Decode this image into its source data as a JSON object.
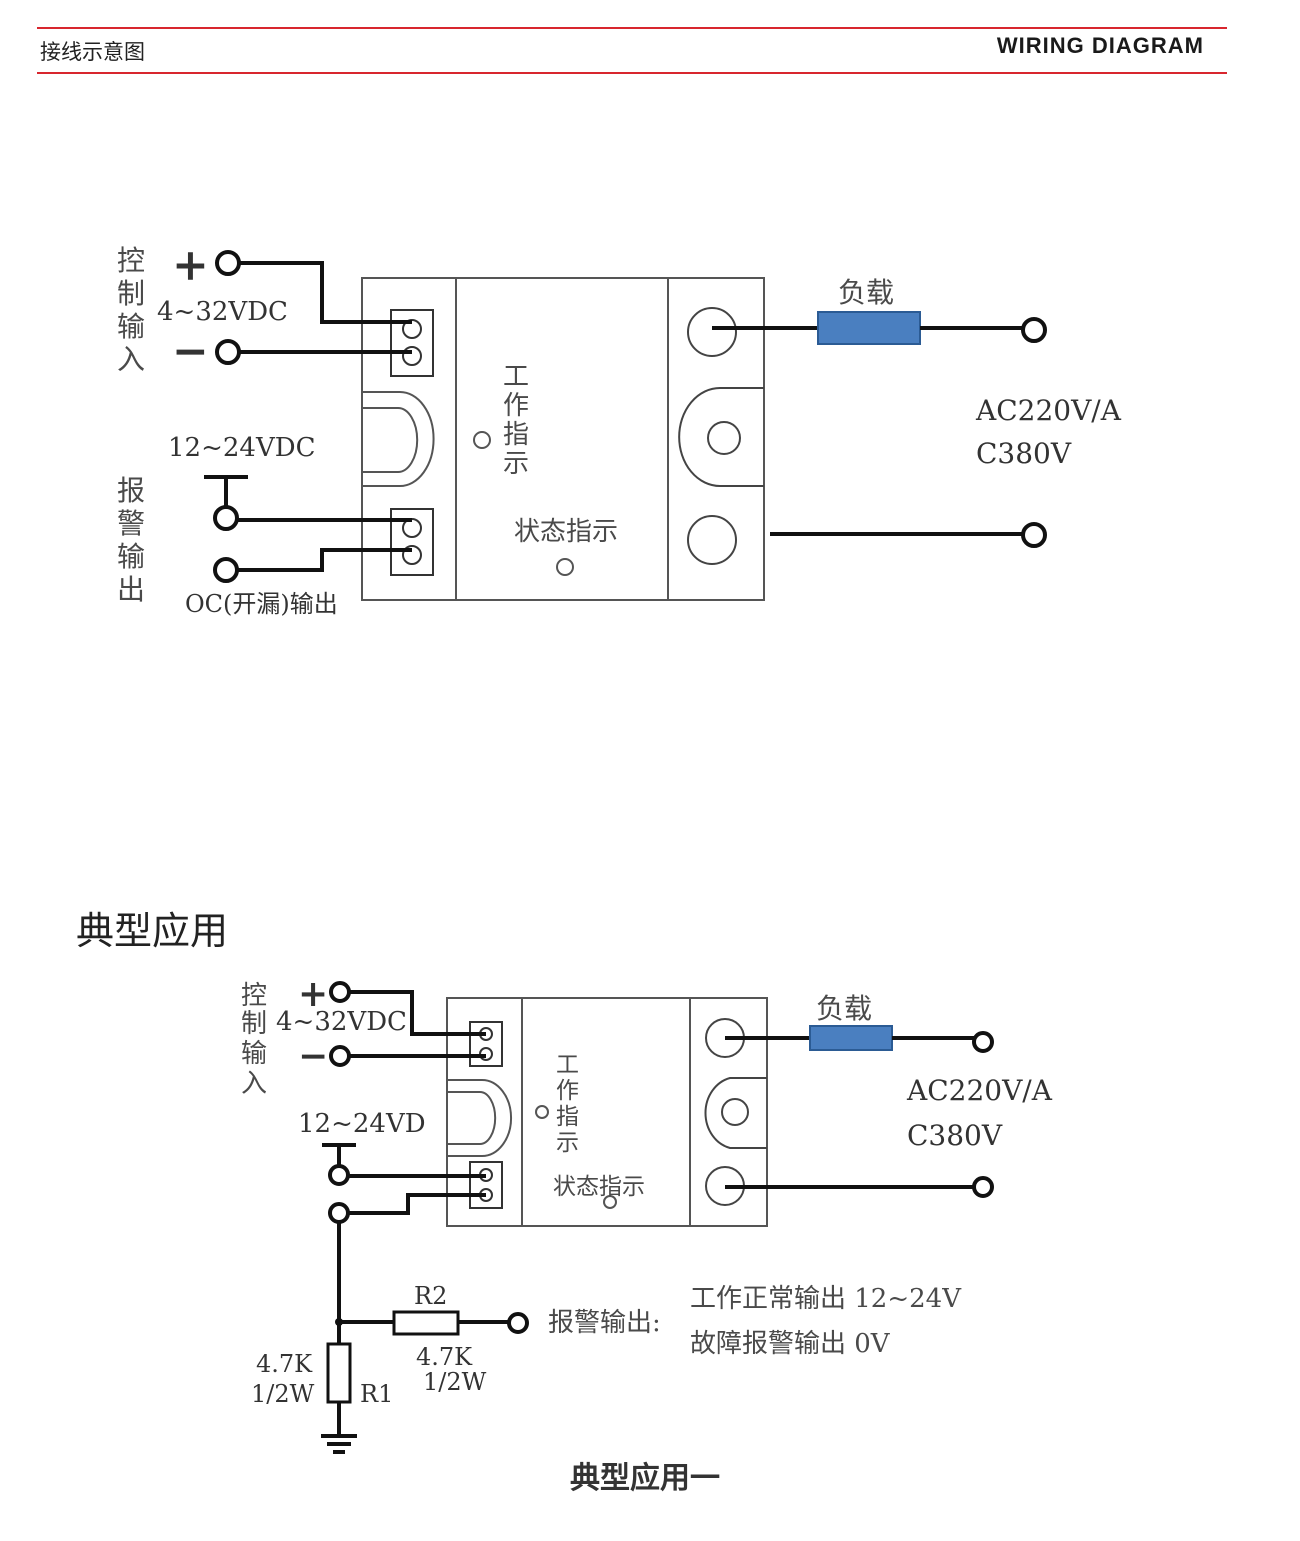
{
  "header": {
    "title_cn": "接线示意图",
    "title_en": "WIRING DIAGRAM"
  },
  "colors": {
    "header_line": "#d8262e",
    "load_fill": "#4a7fc0",
    "wire": "#111111"
  },
  "diagram1": {
    "control_label_chars": [
      "控",
      "制",
      "输",
      "入"
    ],
    "plus": "+",
    "minus": "−",
    "control_voltage": "4~32VDC",
    "alarm_voltage": "12~24VDC",
    "alarm_label_chars": [
      "报",
      "警",
      "输",
      "出"
    ],
    "oc_output": "OC(开漏)输出",
    "work_indicator_chars": [
      "工",
      "作",
      "指",
      "示"
    ],
    "status_indicator": "状态指示",
    "load": "负载",
    "ac_line1": "AC220V/A",
    "ac_line2": "C380V"
  },
  "section_title": "典型应用",
  "diagram2": {
    "control_label_chars": [
      "控",
      "制",
      "输",
      "入"
    ],
    "plus": "+",
    "minus": "−",
    "control_voltage": "4~32VDC",
    "alarm_voltage": "12~24VD",
    "work_indicator_chars": [
      "工",
      "作",
      "指",
      "示"
    ],
    "status_indicator": "状态指示",
    "load": "负载",
    "ac_line1": "AC220V/A",
    "ac_line2": "C380V",
    "r2_label": "R2",
    "r2_value": "4.7K",
    "r2_power": "1/2W",
    "r1_label": "R1",
    "r1_value": "4.7K",
    "r1_power": "1/2W",
    "alarm_output": "报警输出:",
    "normal_output": "工作正常输出 12~24V",
    "fault_output": "故障报警输出 0V",
    "caption": "典型应用一"
  }
}
